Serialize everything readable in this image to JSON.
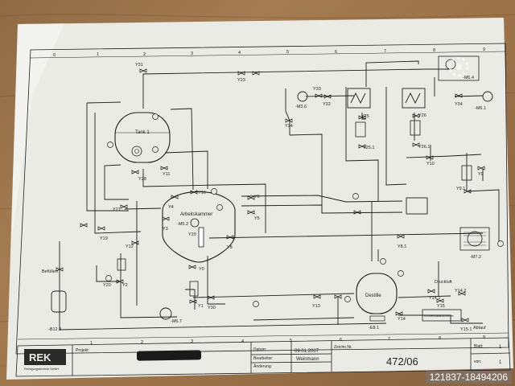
{
  "tank1": {
    "title": "Tank 1"
  },
  "chamber": {
    "title": "Arbeitskammer",
    "motor": "-M5.2",
    "valve": "Y20"
  },
  "still": {
    "title": "Destille",
    "motor": "-E8.1"
  },
  "motors": {
    "m36": "-M3.6",
    "m61": "-M6.1",
    "m64": "-M6.4",
    "m67": "-M6.7",
    "m72": "-M7.2"
  },
  "valves": {
    "y31": "Y31",
    "y23": "Y23",
    "y33": "Y33",
    "y32": "Y32",
    "y24": "Y24",
    "y25": "Y25",
    "y251": "Y25.1",
    "y26": "Y26",
    "y261": "Y26.1",
    "y10": "Y10",
    "y34": "Y34",
    "y9": "Y9",
    "y91": "Y9.1",
    "y28": "Y28",
    "y11": "Y11",
    "y21": "Y21",
    "y3": "Y3",
    "y19": "Y19",
    "y16": "Y16",
    "y6": "Y6",
    "y5": "Y5",
    "y4": "Y4",
    "y1": "Y1",
    "y0": "Y0",
    "y8": "Y8",
    "y81": "Y8.1",
    "y2": "Y2",
    "y20b": "Y20",
    "y30": "Y30",
    "y13": "Y13",
    "y12": "Y12",
    "y14": "Y14",
    "y142": "Y14.2",
    "y141": "Y14.1",
    "y15": "Y15",
    "y151": "Y15.1"
  },
  "labels": {
    "befuellen": "Befüllen",
    "druckluft": "Druckluft",
    "ablauf": "Ablauf",
    "kuehl": "Kondensatabscheider",
    "b123": "-B12.3"
  },
  "title_block": {
    "company": "REK",
    "company_sub": "Reinigungstechnik GmbH",
    "projekt_label": "Projekt:",
    "datum_label": "Datum:",
    "datum": "09.01.2007",
    "bearbeiter_label": "Bearbeiter:",
    "bearbeiter": "Weinmann",
    "aenderung_label": "Änderung:",
    "zeichnr_label": "Zeichn.Nr.",
    "zeichnr": "472/06",
    "blatt_label": "Blatt:",
    "blatt": "1",
    "von_label": "von:",
    "von": "1"
  },
  "grid_top": [
    "0",
    "1",
    "2",
    "3",
    "4",
    "5",
    "6",
    "7",
    "8",
    "9"
  ],
  "grid_bottom": [
    "1",
    "2",
    "3",
    "4",
    "5",
    "6",
    "7",
    "8",
    "9"
  ],
  "watermark": "121837-18494206",
  "colors": {
    "paper": "#ebebe6",
    "line": "#1e1e1e",
    "wood": "#9b7248"
  }
}
